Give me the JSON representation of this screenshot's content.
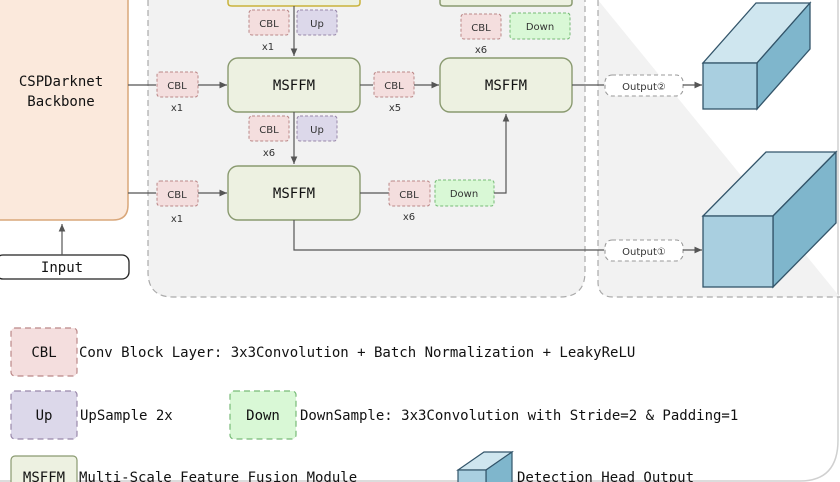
{
  "diagram": {
    "backbone": [
      "CSPDarknet",
      "Backbone"
    ],
    "input": "Input",
    "msffm": "MSFFM",
    "cbl": "CBL",
    "up": "Up",
    "down": "Down",
    "x1": "x1",
    "x5": "x5",
    "x6": "x6",
    "output1": "Output①",
    "output2": "Output②"
  },
  "legend": {
    "cbl_tag": "CBL",
    "cbl_desc": "Conv Block Layer: 3x3Convolution + Batch Normalization + LeakyReLU",
    "up_tag": "Up",
    "up_desc": "UpSample 2x",
    "down_tag": "Down",
    "down_desc": "DownSample: 3x3Convolution with Stride=2 & Padding=1",
    "msffm_tag": "MSFFM",
    "msffm_desc": "Multi-Scale Feature Fusion Module",
    "head_desc": "Detection Head Output"
  },
  "colors": {
    "backbone_fill": "#fbe9dc",
    "backbone_stroke": "#d9a77a",
    "cbl_fill": "#f4dede",
    "up_fill": "#dcd8ea",
    "down_fill": "#d9f8d6",
    "msffm_fill": "#edf1e1",
    "cube_front": "#a9cfe0",
    "cube_top": "#cfe6ef",
    "cube_side": "#7fb6cc"
  }
}
